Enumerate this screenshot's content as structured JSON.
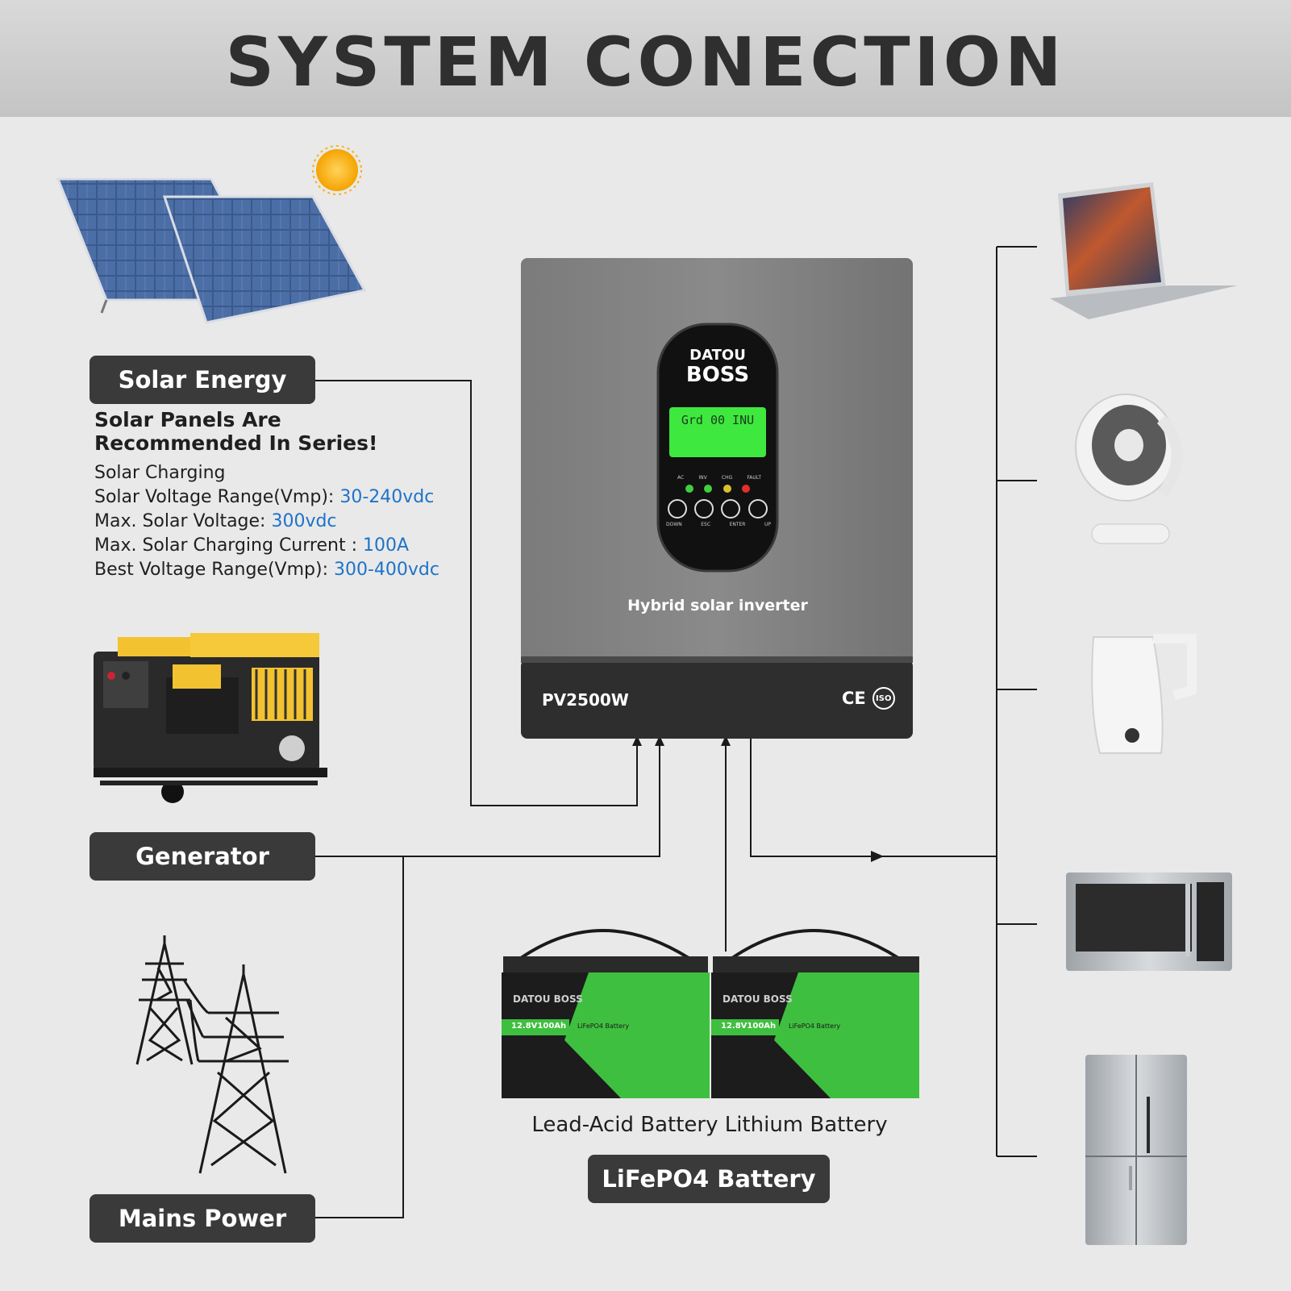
{
  "header": {
    "title": "SYSTEM CONECTION"
  },
  "sources": {
    "solar": {
      "label": "Solar Energy",
      "headline": "Solar Panels Are Recommended In Series!",
      "specs": [
        {
          "label": "Solar Charging",
          "value": ""
        },
        {
          "label": "Solar Voltage Range(Vmp): ",
          "value": "30-240vdc"
        },
        {
          "label": "Max. Solar Voltage: ",
          "value": "300vdc"
        },
        {
          "label": "Max. Solar Charging Current : ",
          "value": "100A"
        },
        {
          "label": "Best Voltage Range(Vmp): ",
          "value": "300-400vdc"
        }
      ]
    },
    "generator": {
      "label": "Generator"
    },
    "mains": {
      "label": "Mains Power"
    }
  },
  "inverter": {
    "brand_line1": "DATOU",
    "brand_line2": "BOSS",
    "display_text": "Grd 00 INU",
    "leds": [
      "AC",
      "INV",
      "CHG",
      "FAULT"
    ],
    "buttons": [
      "DOWN",
      "ESC",
      "ENTER",
      "UP"
    ],
    "subtitle": "Hybrid solar inverter",
    "model": "PV2500W",
    "cert_ce": "CE",
    "cert_iso": "ISO"
  },
  "battery": {
    "brand": "DATOU BOSS",
    "rating": "12.8V100Ah",
    "type": "LiFePO4 Battery",
    "caption": "Lead-Acid Battery Lithium Battery",
    "label": "LiFePO4 Battery"
  },
  "loads": [
    "laptop-icon",
    "fan-icon",
    "kettle-icon",
    "microwave-icon",
    "refrigerator-icon"
  ],
  "colors": {
    "accent_blue": "#1e73c8",
    "pill_dark": "#3a3a3a",
    "lcd_green": "#3ee83e",
    "battery_green": "#3fbf3f"
  }
}
